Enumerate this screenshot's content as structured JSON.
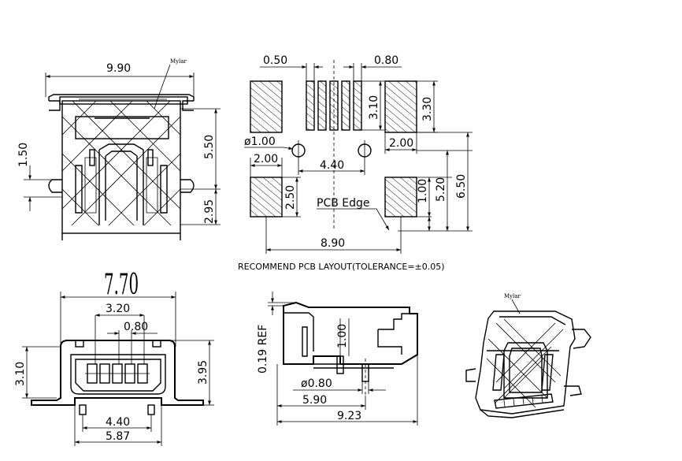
{
  "top_view": {
    "width_label": "9.90",
    "mylar_label": "Mylar",
    "left_dim_label": "1.50",
    "right_dim_upper_label": "5.50",
    "right_dim_lower_label": "2.95"
  },
  "pcb_layout": {
    "pitch_label": "0.50",
    "pad_width_label": "0.80",
    "signal_pad_length_label": "3.10",
    "mount_pad_length_label": "3.30",
    "hole_dia_label": "ø1.00",
    "mount_pad_width_right_label": "2.00",
    "mount_pad_width_left_label": "2.00",
    "hole_spacing_label": "4.40",
    "lower_pad_length_label": "2.50",
    "pcb_edge_label": "PCB Edge",
    "edge_dim_label": "1.00",
    "dim_520_label": "5.20",
    "dim_650_label": "6.50",
    "overall_width_label": "8.90",
    "caption": "RECOMMEND PCB LAYOUT(TOLERANCE=±0.05)"
  },
  "front_view": {
    "width_handwritten": "7.70",
    "dim_320_label": "3.20",
    "dim_080_label": "0.80",
    "height_left_label": "3.10",
    "height_right_label": "3.95",
    "peg_spacing_label": "4.40",
    "bottom_width_label": "5.87"
  },
  "side_view": {
    "ref_label": "0.19 REF",
    "dim_100_label": "1.00",
    "peg_dia_label": "ø0.80",
    "dim_590_label": "5.90",
    "dim_923_label": "9.23"
  },
  "iso_view": {
    "mylar_label": "Mylar"
  }
}
